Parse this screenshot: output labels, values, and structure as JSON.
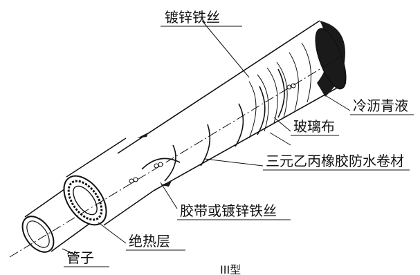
{
  "labels": {
    "galvanized_wire_top": "镀锌铁丝",
    "cold_asphalt": "冷沥青液",
    "glass_cloth": "玻璃布",
    "epdm_membrane": "三元乙丙橡胶防水卷材",
    "tape_or_wire": "胶带或镀锌铁丝",
    "insulation": "绝热层",
    "pipe": "管子",
    "type": "III型"
  },
  "colors": {
    "line": "#111111",
    "cap": "#1a1a1a",
    "background": "#ffffff"
  }
}
